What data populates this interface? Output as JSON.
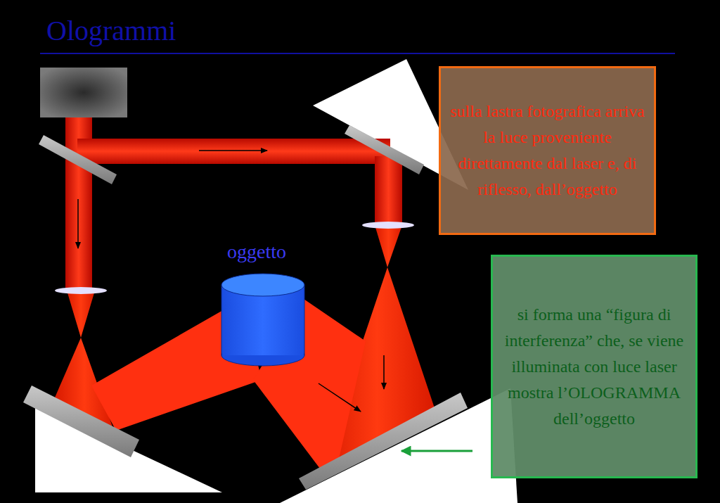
{
  "diagram": {
    "title": "Ologrammi",
    "nodes": [
      {
        "text": [
          "sulla lastra fotografica arriva la luce proveniente direttamente dal laser e, di riflesso, dall’oggetto"
        ]
      },
      {
        "text": [
          "si forma una “figura di interferenza” che, se viene illuminata con luce laser mostra l’OLOGRAMMA dell’oggetto"
        ]
      }
    ],
    "labels": [
      "oggetto"
    ]
  }
}
